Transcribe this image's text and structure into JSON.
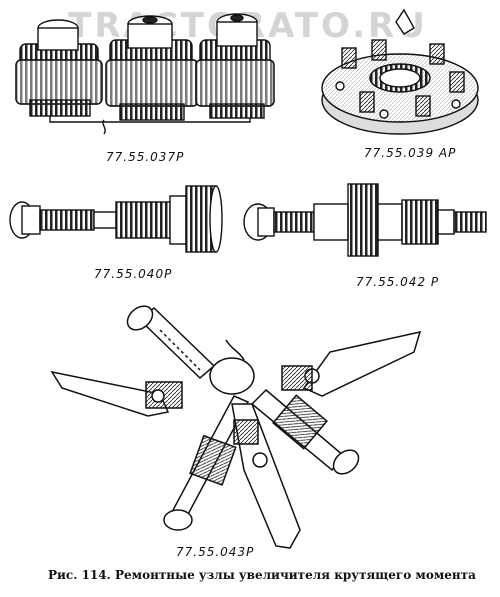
{
  "watermark": "TRACTORATO.RU",
  "parts": [
    {
      "code": "77.55.037Р"
    },
    {
      "code": "77.55.039 АР"
    },
    {
      "code": "77.55.040Р"
    },
    {
      "code": "77.55.042 Р"
    },
    {
      "code": "77.55.043Р"
    }
  ],
  "caption": "Рис. 114. Ремонтные узлы увеличителя крутящего момента"
}
